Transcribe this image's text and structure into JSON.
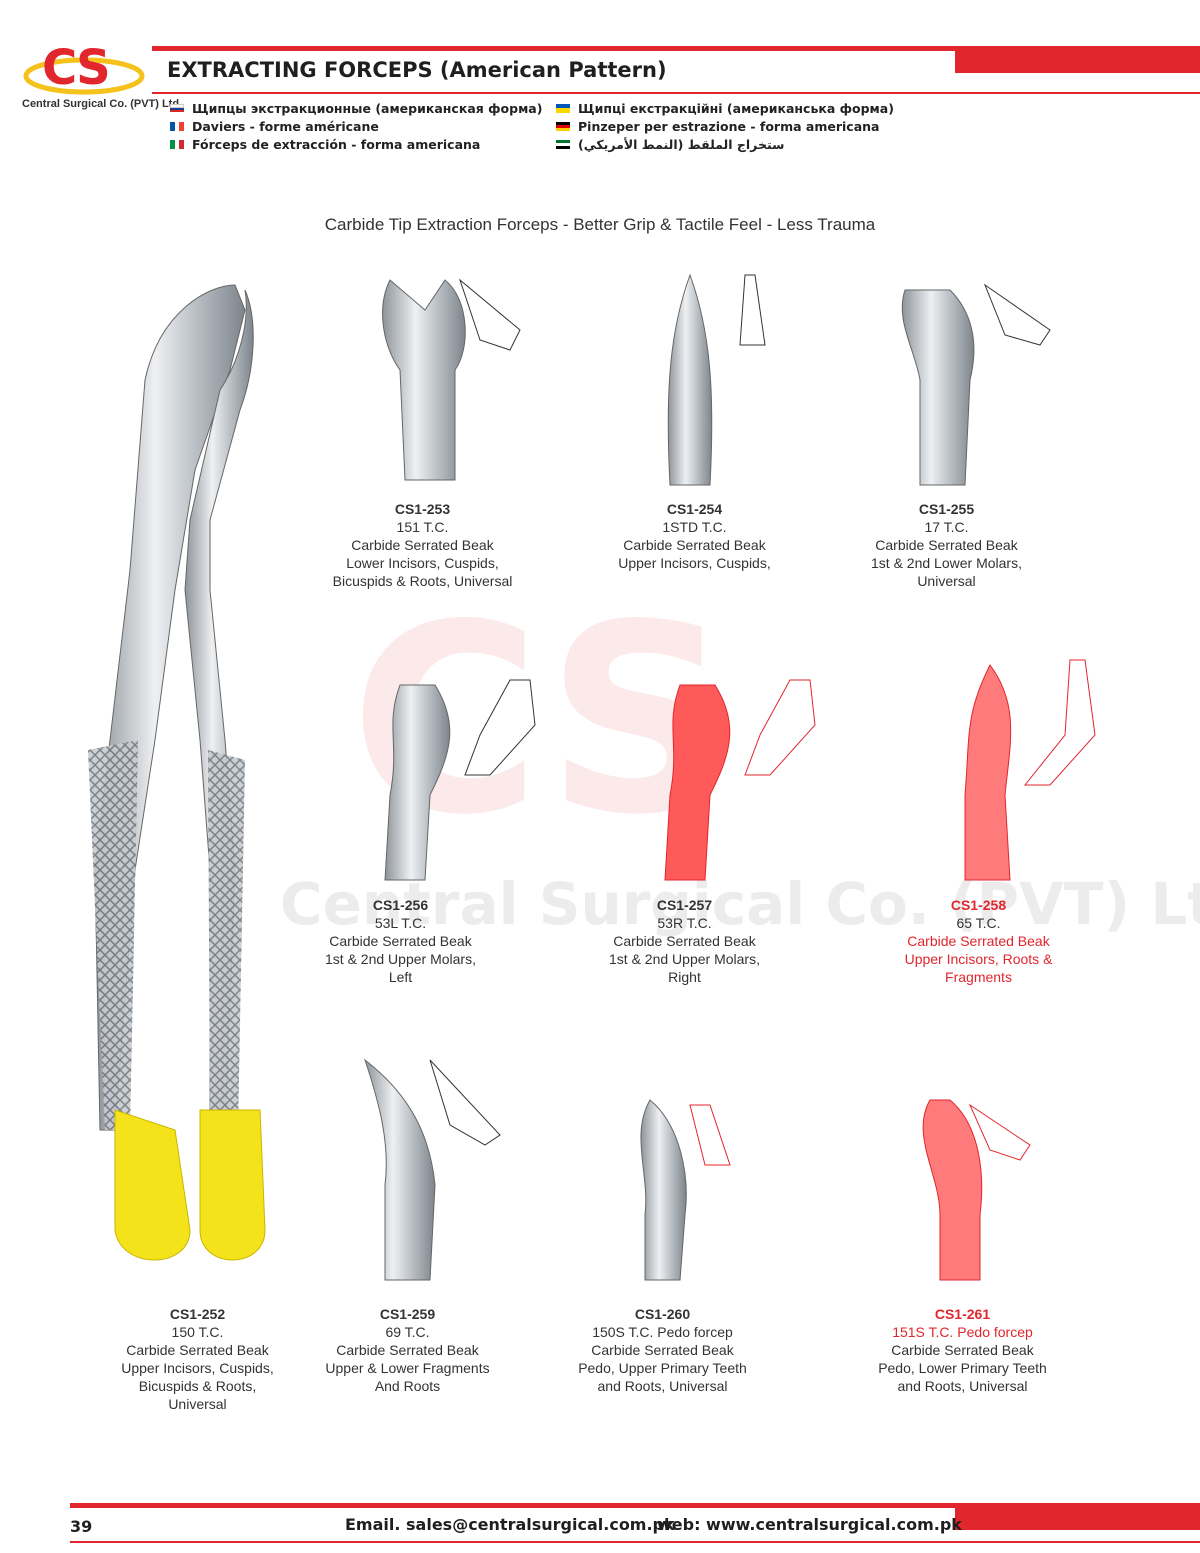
{
  "logo": {
    "mark": "CS",
    "company": "Central Surgical Co. (PVT) Ltd."
  },
  "header": {
    "title": "EXTRACTING FORCEPS (American Pattern)",
    "translations_left": [
      "Щипцы экстракционные (американская форма)",
      "Daviers - forme américane",
      "Fórceps de extracción - forma americana"
    ],
    "translations_right": [
      "Щипці екстракційні (американська форма)",
      "Pinzeper per estrazione - forma americana",
      "ستخراج الملقط (النمط الأمريكي)"
    ]
  },
  "subtitle": "Carbide Tip Extraction Forceps - Better Grip & Tactile Feel - Less Trauma",
  "watermark": {
    "mark": "CS",
    "company": "Central Surgical Co. (PVT) Ltd"
  },
  "products": [
    {
      "code": "CS1-253",
      "lines": [
        "151 T.C.",
        "Carbide Serrated Beak",
        "Lower Incisors, Cuspids,",
        "Bicuspids & Roots, Universal"
      ]
    },
    {
      "code": "CS1-254",
      "lines": [
        "1STD T.C.",
        "Carbide Serrated Beak",
        "Upper Incisors, Cuspids,"
      ]
    },
    {
      "code": "CS1-255",
      "lines": [
        "17 T.C.",
        "Carbide Serrated Beak",
        "1st & 2nd Lower Molars,",
        "Universal"
      ]
    },
    {
      "code": "CS1-256",
      "lines": [
        "53L T.C.",
        "Carbide Serrated Beak",
        "1st & 2nd Upper Molars,",
        "Left"
      ]
    },
    {
      "code": "CS1-257",
      "lines": [
        "53R T.C.",
        "Carbide Serrated Beak",
        "1st & 2nd Upper Molars,",
        "Right"
      ]
    },
    {
      "code": "CS1-258",
      "lines": [
        "65 T.C.",
        "Carbide Serrated Beak",
        "Upper Incisors, Roots &",
        "Fragments"
      ]
    },
    {
      "code": "CS1-252",
      "lines": [
        "150 T.C.",
        "Carbide Serrated Beak",
        "Upper Incisors, Cuspids,",
        "Bicuspids & Roots,",
        "Universal"
      ]
    },
    {
      "code": "CS1-259",
      "lines": [
        "69 T.C.",
        "Carbide Serrated Beak",
        "Upper & Lower Fragments",
        "And Roots"
      ]
    },
    {
      "code": "CS1-260",
      "lines": [
        "150S T.C. Pedo forcep",
        "Carbide Serrated Beak",
        "Pedo, Upper Primary Teeth",
        "and Roots, Universal"
      ]
    },
    {
      "code": "CS1-261",
      "lines": [
        "151S T.C. Pedo forcep",
        "Carbide Serrated Beak",
        "Pedo, Lower Primary Teeth",
        "and Roots, Universal"
      ]
    }
  ],
  "footer": {
    "page_number": "39",
    "email": "Email. sales@centralsurgical.com.pk",
    "web": "web: www.centralsurgical.com.pk"
  },
  "colors": {
    "accent": "#e1262d",
    "handle_tip": "#f4e21b",
    "steel": "#b9bec3"
  }
}
